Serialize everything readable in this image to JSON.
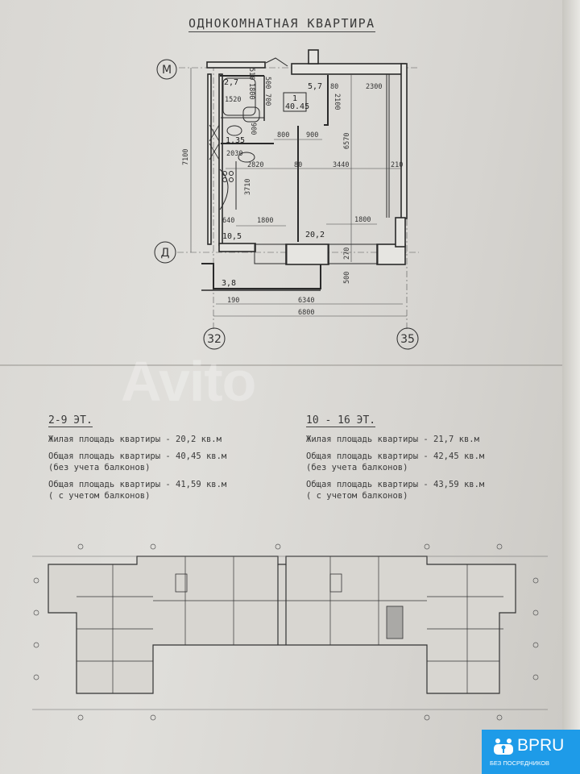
{
  "title": "ОДНОКОМНАТНАЯ КВАРТИРА",
  "plan": {
    "axes": {
      "top": "М",
      "bottom": "Д",
      "left": "32",
      "right": "35"
    },
    "apartment_number": "1",
    "apartment_area": "40.45",
    "rooms": {
      "bathroom": "2,7",
      "toilet": "1,35",
      "hall": "5,7",
      "kitchen": "10,5",
      "living": "20,2",
      "balcony": "3,8"
    },
    "dimensions": {
      "d510": "510",
      "d500a": "500",
      "d1800v": "1800",
      "d700": "700",
      "d1520": "1520",
      "d80a": "80",
      "d2300": "2300",
      "d2100": "2100",
      "d900a": "900",
      "d800": "800",
      "d900b": "900",
      "d6570": "6570",
      "d2030": "2030",
      "d2820": "2820",
      "d80b": "80",
      "d3440": "3440",
      "d210": "210",
      "d3710": "3710",
      "d7100": "7100",
      "d640": "640",
      "d1800a": "1800",
      "d1800b": "1800",
      "d270": "270",
      "d500b": "500",
      "d190": "190",
      "d6340": "6340",
      "d6800": "6800"
    }
  },
  "floors_left": {
    "heading": "2-9 ЭТ.",
    "living": "Жилая площадь квартиры - 20,2 кв.м",
    "total_no_balc": "Общая площадь квартиры - 40,45 кв.м",
    "total_no_balc_note": "(без учета балконов)",
    "total_balc": "Общая площадь квартиры - 41,59 кв.м",
    "total_balc_note": "( с учетом балконов)"
  },
  "floors_right": {
    "heading": "10 - 16 ЭТ.",
    "living": "Жилая площадь квартиры - 21,7 кв.м",
    "total_no_balc": "Общая площадь квартиры - 42,45 кв.м",
    "total_no_balc_note": "(без учета балконов)",
    "total_balc": "Общая площадь квартиры - 43,59 кв.м",
    "total_balc_note": "( с учетом балконов)"
  },
  "watermark": "Avito",
  "badge": {
    "name": "BPRU",
    "subtitle": "БЕЗ ПОСРЕДНИКОВ",
    "color": "#1e9be8"
  }
}
